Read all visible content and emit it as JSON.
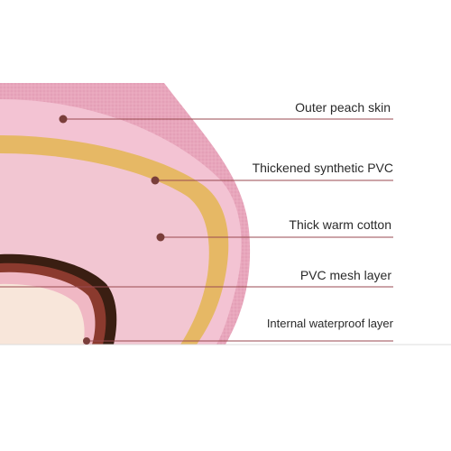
{
  "layers": [
    {
      "label": "Outer peach skin",
      "color": "#e9a8bd"
    },
    {
      "label": "Thickened synthetic PVC",
      "color": "#f3c3d2"
    },
    {
      "label": "Thick warm cotton",
      "color": "#e8bd6a"
    },
    {
      "label": "PVC mesh layer",
      "color": "#3a1e12"
    },
    {
      "label": "Internal waterproof layer",
      "color": "#f7e4d8"
    }
  ],
  "colors": {
    "pointer_line": "#9a4a50",
    "pointer_dot": "#7a3e3a",
    "background": "#ffffff"
  }
}
